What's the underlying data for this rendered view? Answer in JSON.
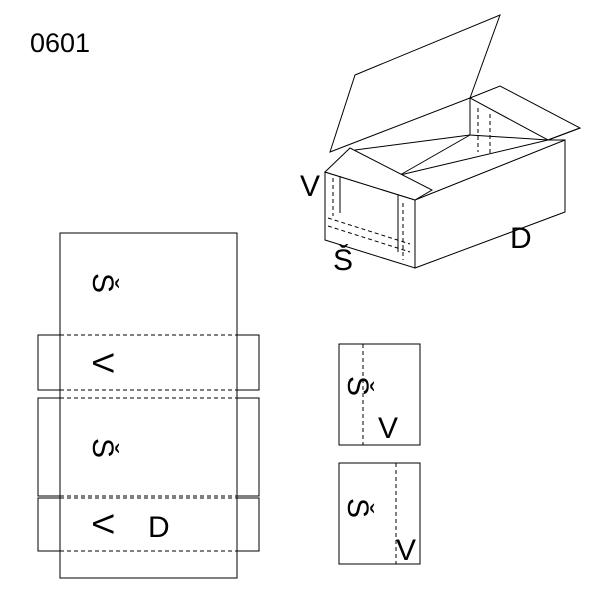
{
  "code": "0601",
  "labels": {
    "height": "V",
    "width": "Š",
    "length": "D"
  },
  "colors": {
    "line": "#000000",
    "background": "#ffffff"
  }
}
